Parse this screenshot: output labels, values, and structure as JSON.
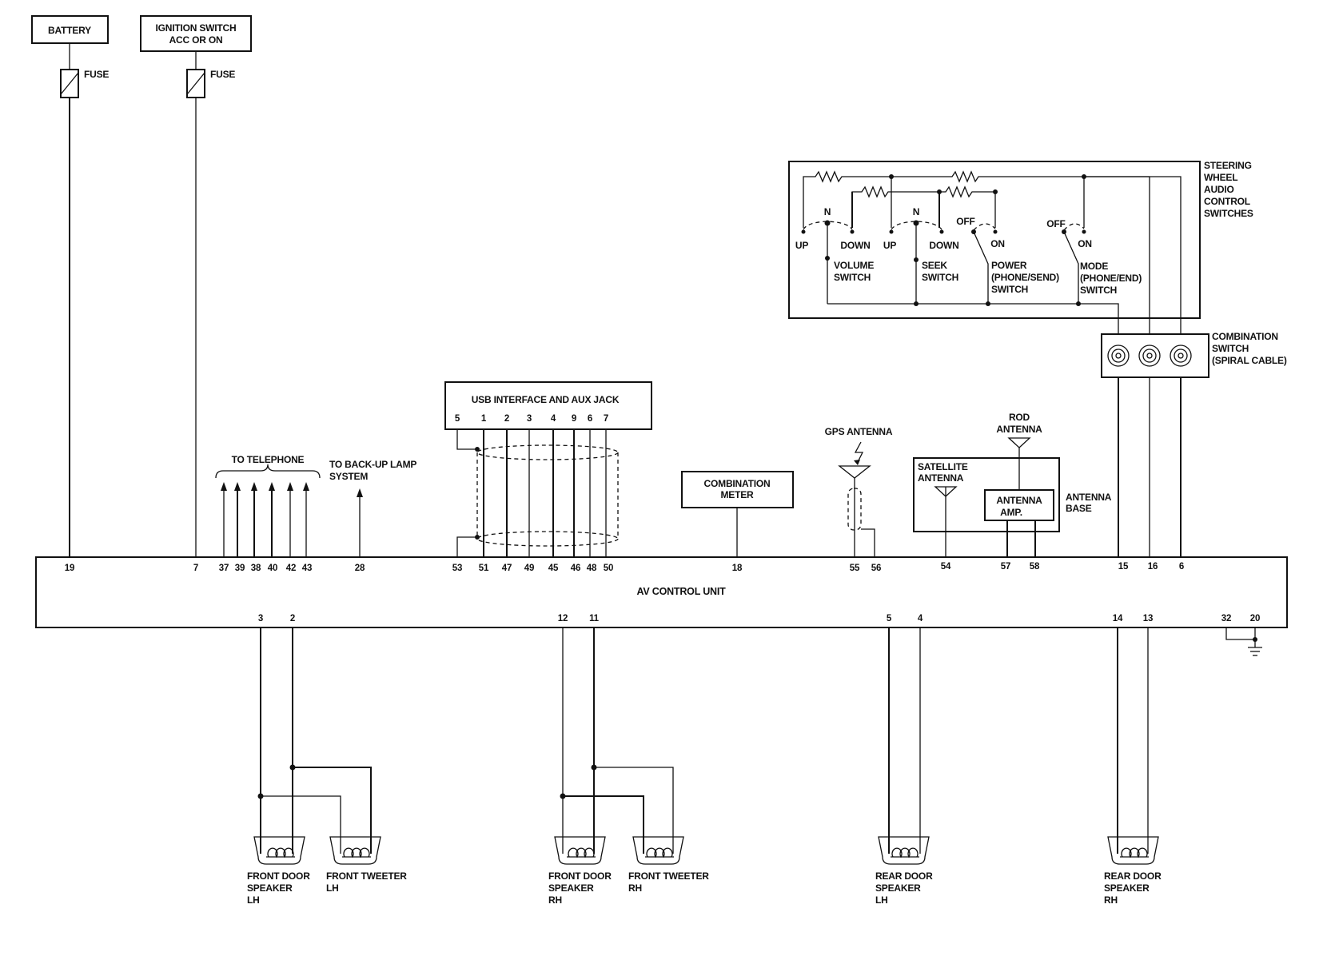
{
  "labels": {
    "battery": "BATTERY",
    "ignition_1": "IGNITION SWITCH",
    "ignition_2": "ACC OR ON",
    "fuse": "FUSE",
    "to_telephone": "TO TELEPHONE",
    "backup_1": "TO BACK-UP LAMP",
    "backup_2": "SYSTEM",
    "usb": "USB INTERFACE AND AUX JACK",
    "meter_1": "COMBINATION",
    "meter_2": "METER",
    "gps": "GPS ANTENNA",
    "rod_1": "ROD",
    "rod_2": "ANTENNA",
    "sat_1": "SATELLITE",
    "sat_2": "ANTENNA",
    "amp_1": "ANTENNA",
    "amp_2": "AMP.",
    "base_1": "ANTENNA",
    "base_2": "BASE",
    "steering_1": "STEERING",
    "steering_2": "WHEEL",
    "steering_3": "AUDIO",
    "steering_4": "CONTROL",
    "steering_5": "SWITCHES",
    "combo_1": "COMBINATION",
    "combo_2": "SWITCH",
    "combo_3": "(SPIRAL CABLE)",
    "av_unit": "AV CONTROL UNIT",
    "n": "N",
    "up": "UP",
    "down": "DOWN",
    "off": "OFF",
    "on": "ON",
    "volume_1": "VOLUME",
    "seek_1": "SEEK",
    "switch": "SWITCH",
    "power_1": "POWER",
    "power_2": "(PHONE/SEND)",
    "mode_1": "MODE",
    "mode_2": "(PHONE/END)"
  },
  "speakers": {
    "front_door": "FRONT DOOR",
    "rear_door": "REAR DOOR",
    "speaker": "SPEAKER",
    "front_tweeter": "FRONT TWEETER",
    "lh": "LH",
    "rh": "RH"
  },
  "pins": {
    "p19": "19",
    "p7": "7",
    "p37": "37",
    "p39": "39",
    "p38": "38",
    "p40": "40",
    "p42": "42",
    "p43": "43",
    "p28": "28",
    "p53": "53",
    "p51": "51",
    "p47": "47",
    "p49": "49",
    "p45": "45",
    "p46": "46",
    "p48": "48",
    "p50": "50",
    "p18": "18",
    "p55": "55",
    "p56": "56",
    "p54": "54",
    "p57": "57",
    "p58": "58",
    "p15": "15",
    "p16": "16",
    "p6": "6",
    "b3": "3",
    "b2": "2",
    "b12": "12",
    "b11": "11",
    "b5": "5",
    "b4": "4",
    "b14": "14",
    "b13": "13",
    "b32": "32",
    "b20": "20",
    "u5": "5",
    "u1": "1",
    "u2": "2",
    "u3": "3",
    "u4": "4",
    "u9": "9",
    "u6": "6",
    "u7": "7"
  }
}
